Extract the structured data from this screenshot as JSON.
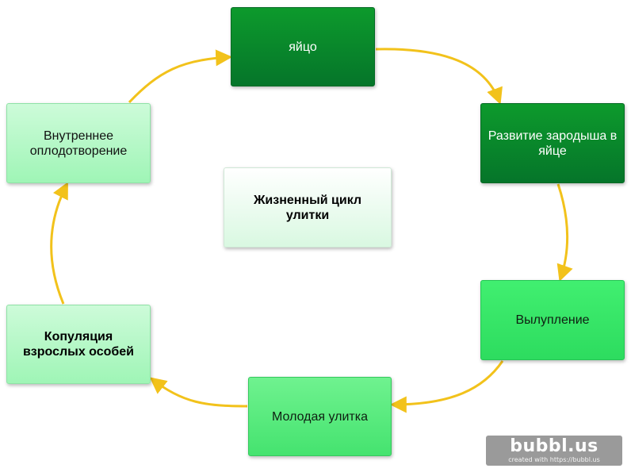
{
  "diagram": {
    "center": {
      "label": "Жизненный цикл улитки"
    },
    "nodes": {
      "egg": {
        "label": "яйцо"
      },
      "development": {
        "label": "Развитие зародыша в яйце"
      },
      "hatching": {
        "label": "Вылупление"
      },
      "young_snail": {
        "label": "Молодая улитка"
      },
      "copulation": {
        "label": "Копуляция взрослых особей"
      },
      "fertilization": {
        "label": "Внутреннее оплодотворение"
      }
    },
    "connector_color": "#f2c21b",
    "colors": {
      "dark_green": "#05842a",
      "bright_green": "#36e566",
      "medium_green": "#5aea7f",
      "light_green": "#b5f7c6"
    }
  },
  "watermark": {
    "brand": "bubbl.us",
    "caption": "created with https://bubbl.us"
  }
}
